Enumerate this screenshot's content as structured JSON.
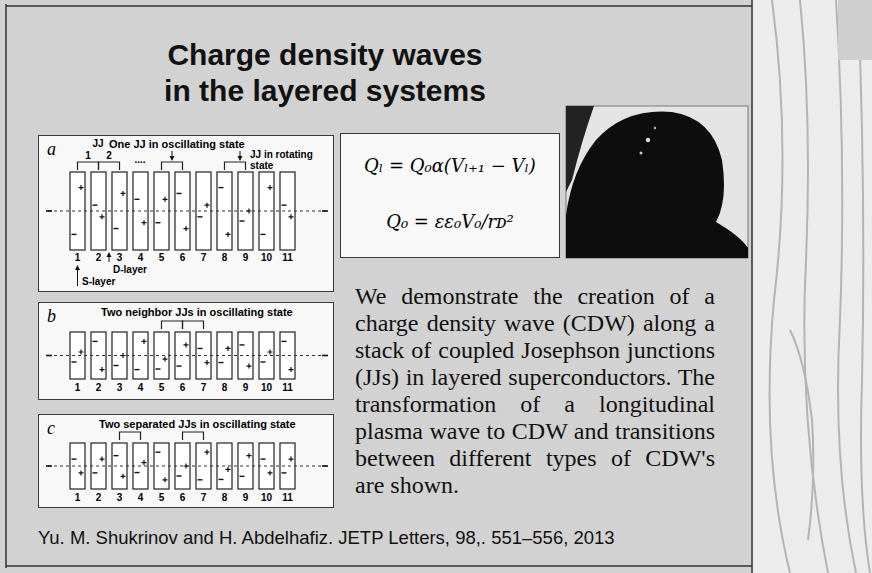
{
  "diagram": {
    "title": "Charge density waves in the layered systems",
    "caption": "Yu. M. Shukrinov and H. Abdelhafiz. JETP Letters, 98,. 551–556, 2013",
    "nodes": [
      {
        "text": [
          "a",
          "One JJ in oscillating state"
        ]
      },
      {
        "text": [
          "b",
          "Two neighbor JJs in oscillating state"
        ]
      },
      {
        "text": [
          "c",
          "Two separated JJs in oscillating state"
        ]
      },
      {
        "text": [
          "Qₗ = Q₀α(Vₗ₊₁ − Vₗ)",
          "Q₀ = εε₀V₀/rᴅ²"
        ]
      }
    ],
    "labels": [
      "JJ",
      "1",
      "2",
      "....",
      "JJ in rotating state",
      "1",
      "2",
      "3",
      "4",
      "5",
      "6",
      "7",
      "8",
      "9",
      "10",
      "11",
      "S-layer",
      "D-layer",
      "1",
      "2",
      "3",
      "4",
      "5",
      "6",
      "7",
      "8",
      "9",
      "10",
      "11",
      "1",
      "2",
      "3",
      "4",
      "5",
      "6",
      "7",
      "8",
      "9",
      "10",
      "11",
      "We demonstrate the creation of a charge density wave (CDW) along a stack of coupled Josephson junctions (JJs) in layered superconductors. The transformation of a longitudinal plasma wave to CDW and transitions between different types of CDW's are shown."
    ]
  }
}
